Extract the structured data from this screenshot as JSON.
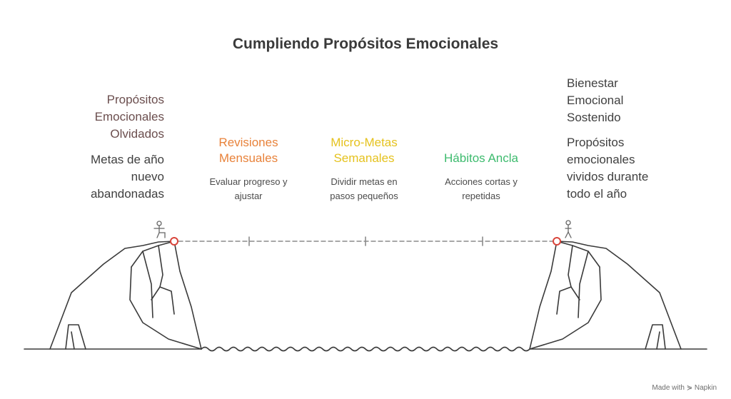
{
  "title": "Cumpliendo Propósitos Emocionales",
  "start": {
    "heading": [
      "Propósitos",
      "Emocionales",
      "Olvidados"
    ],
    "description": [
      "Metas de año",
      "nuevo",
      "abandonadas"
    ]
  },
  "end": {
    "heading": [
      "Bienestar",
      "Emocional",
      "Sostenido"
    ],
    "description": [
      "Propósitos",
      "emocionales",
      "vividos durante",
      "todo el año"
    ]
  },
  "steps": [
    {
      "title": [
        "Revisiones",
        "Mensuales"
      ],
      "description": [
        "Evaluar progreso y",
        "ajustar"
      ],
      "color": "#e8823a"
    },
    {
      "title": [
        "Micro-Metas",
        "Semanales"
      ],
      "description": [
        "Dividir metas en",
        "pasos pequeños"
      ],
      "color": "#e5c21e"
    },
    {
      "title": [
        "Hábitos Ancla"
      ],
      "description": [
        "Acciones cortas y",
        "repetidas"
      ],
      "color": "#3dbb6e"
    }
  ],
  "marker_color": "#d9453b",
  "watermark": "Made with ⋟ Napkin"
}
